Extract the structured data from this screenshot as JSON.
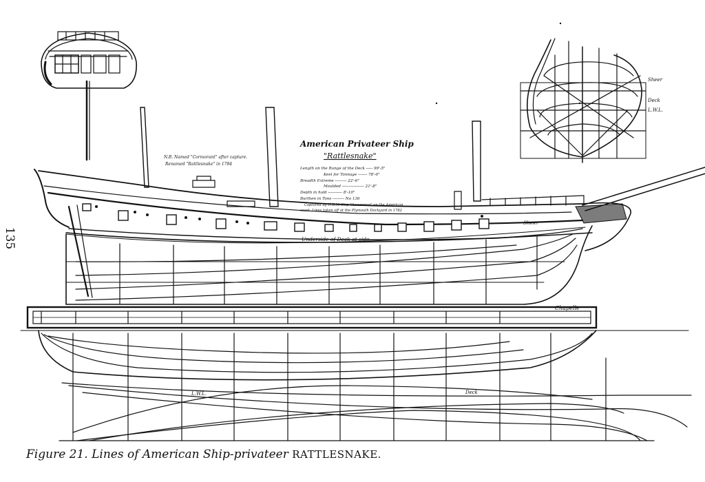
{
  "page_number": "135",
  "caption": {
    "figure_label": "Figure 21.",
    "title_italic": "Lines of American Ship-privateer",
    "ship_name": "RATTLESNAKE."
  },
  "title_block": {
    "title": "American Privateer Ship",
    "subtitle": "\"Rattlesnake\"",
    "specs": [
      "Length on the Range of the Deck ----- 99'-5\"",
      "Keel for Tonnage ------- 78'-0\"",
      "Breadth Extreme --------- 22'-6\"",
      "Moulded ----------------- 21'-8\"",
      "Depth in hold ----------- 8'-10\"",
      "Burthen in Tons --------- No 136",
      "Captured by H.B.M Ship \"Assurance\" on the American",
      "coast. Lines taken off at the Plymouth Dockyard in 1782"
    ]
  },
  "note": {
    "line1": "N.B. Named \"Cormorant\" after capture.",
    "line2": "Renamed \"Rattlesnake\" in 1784"
  },
  "labels": {
    "underside": "Underside of Deck at side",
    "sheer": "Sheer",
    "signature": "Chapelle",
    "lwl": "L.W.L.",
    "deck": "Deck",
    "body_sheer": "Sheer",
    "body_deck": "Deck",
    "body_lwl": "L.W.L."
  }
}
